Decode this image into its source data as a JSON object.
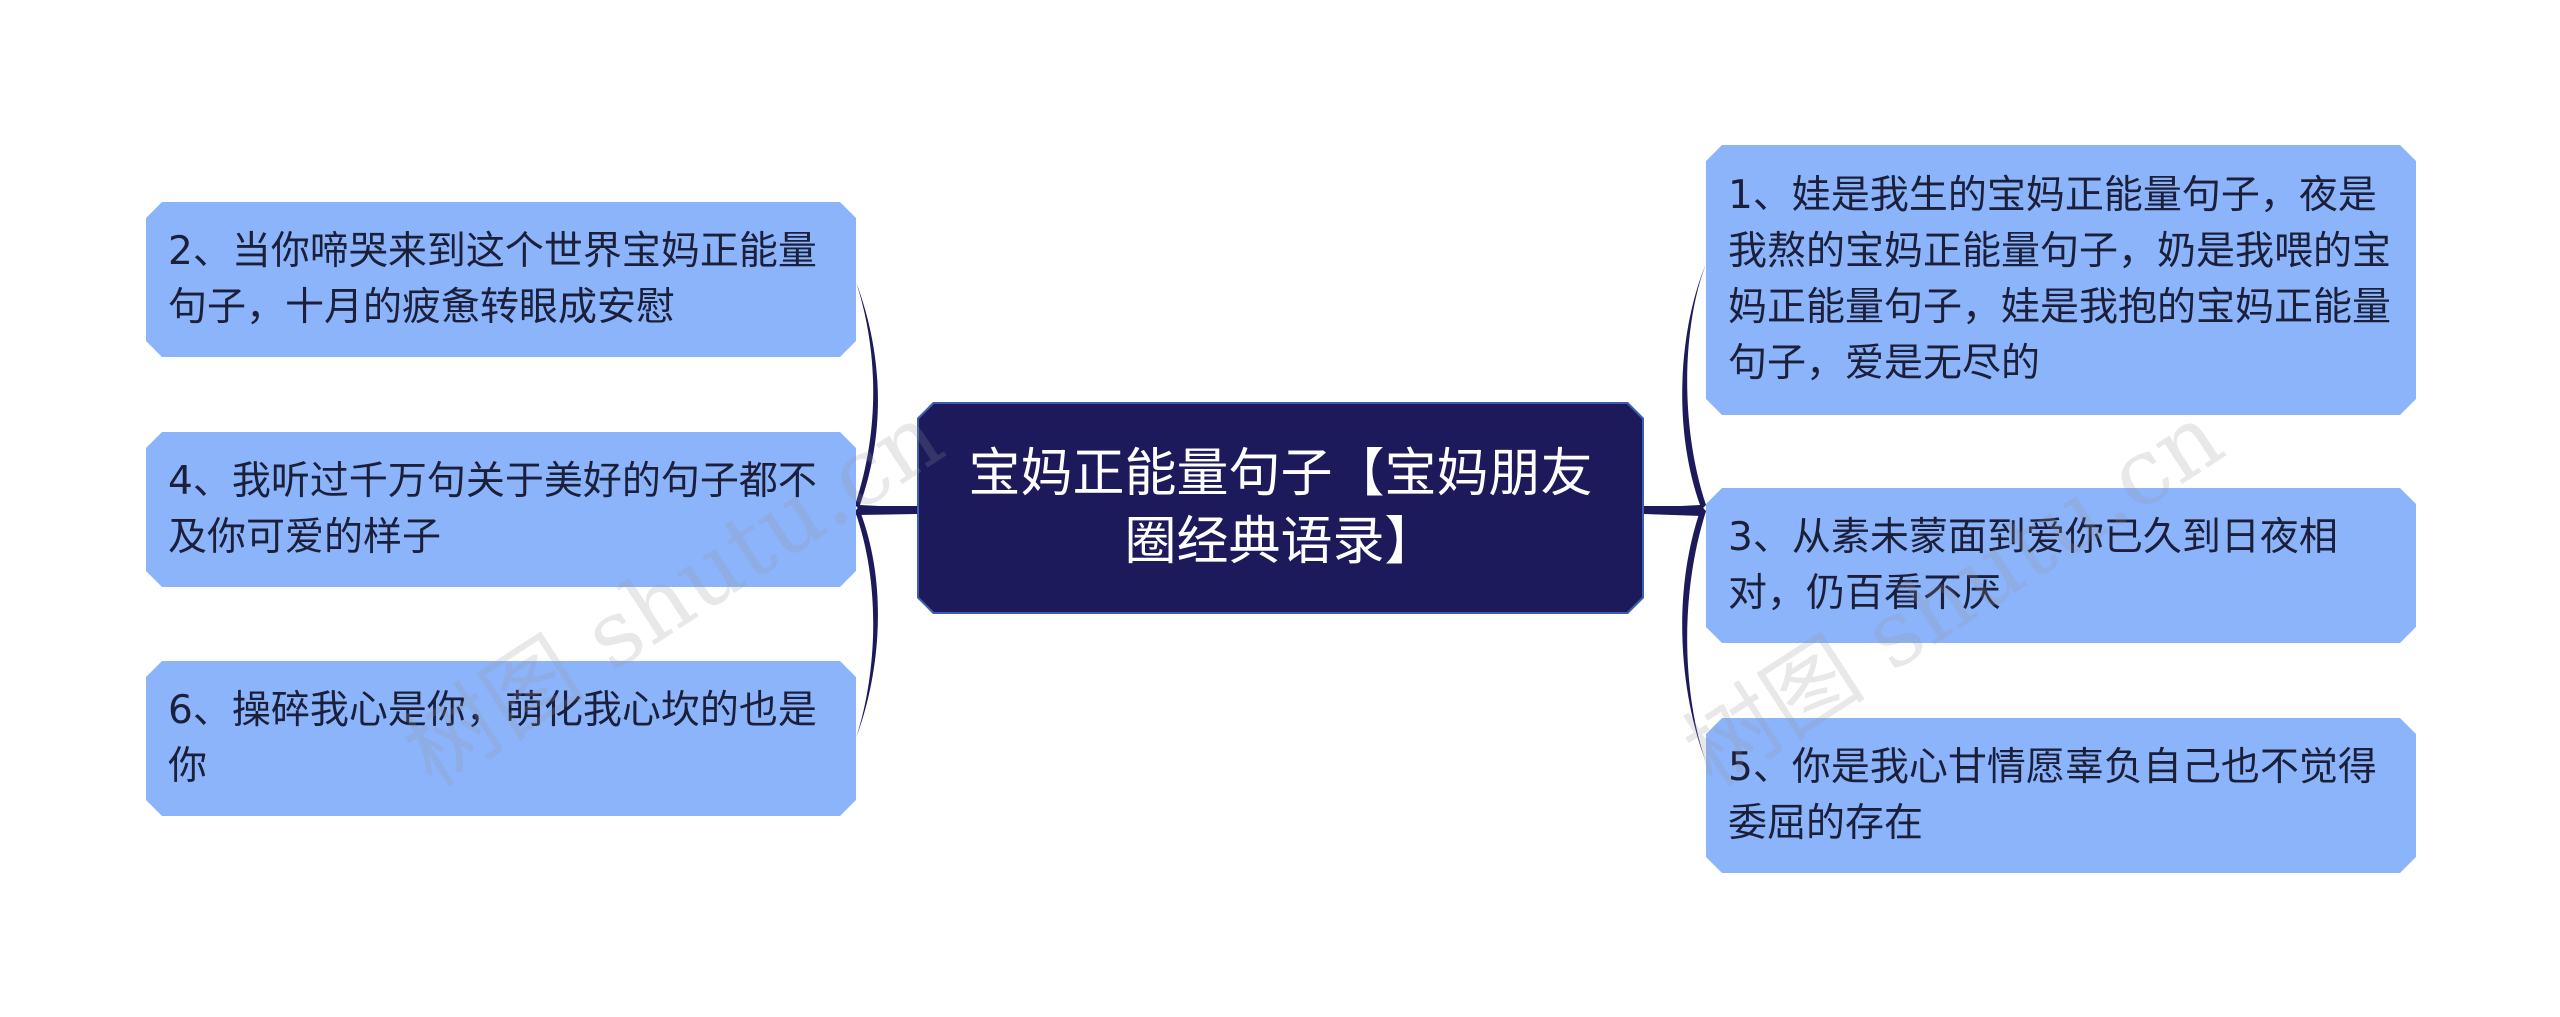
{
  "root": {
    "title": "宝妈正能量句子【宝妈朋友圈经典语录】"
  },
  "left_nodes": [
    {
      "text": "2、当你啼哭来到这个世界宝妈正能量句子，十月的疲惫转眼成安慰"
    },
    {
      "text": "4、我听过千万句关于美好的句子都不及你可爱的样子"
    },
    {
      "text": "6、操碎我心是你，萌化我心坎的也是你"
    }
  ],
  "right_nodes": [
    {
      "text": "1、娃是我生的宝妈正能量句子，夜是我熬的宝妈正能量句子，奶是我喂的宝妈正能量句子，娃是我抱的宝妈正能量句子，爱是无尽的"
    },
    {
      "text": "3、从素未蒙面到爱你已久到日夜相对，仍百看不厌"
    },
    {
      "text": "5、你是我心甘情愿辜负自己也不觉得委屈的存在"
    }
  ],
  "watermarks": [
    "树图 shutu.cn",
    "树图 shutu.cn"
  ],
  "colors": {
    "root_fill": "#1c1a5a",
    "root_border": "#3a5fb0",
    "leaf_fill": "#8cb4fb",
    "connector": "#1c1a5a"
  }
}
